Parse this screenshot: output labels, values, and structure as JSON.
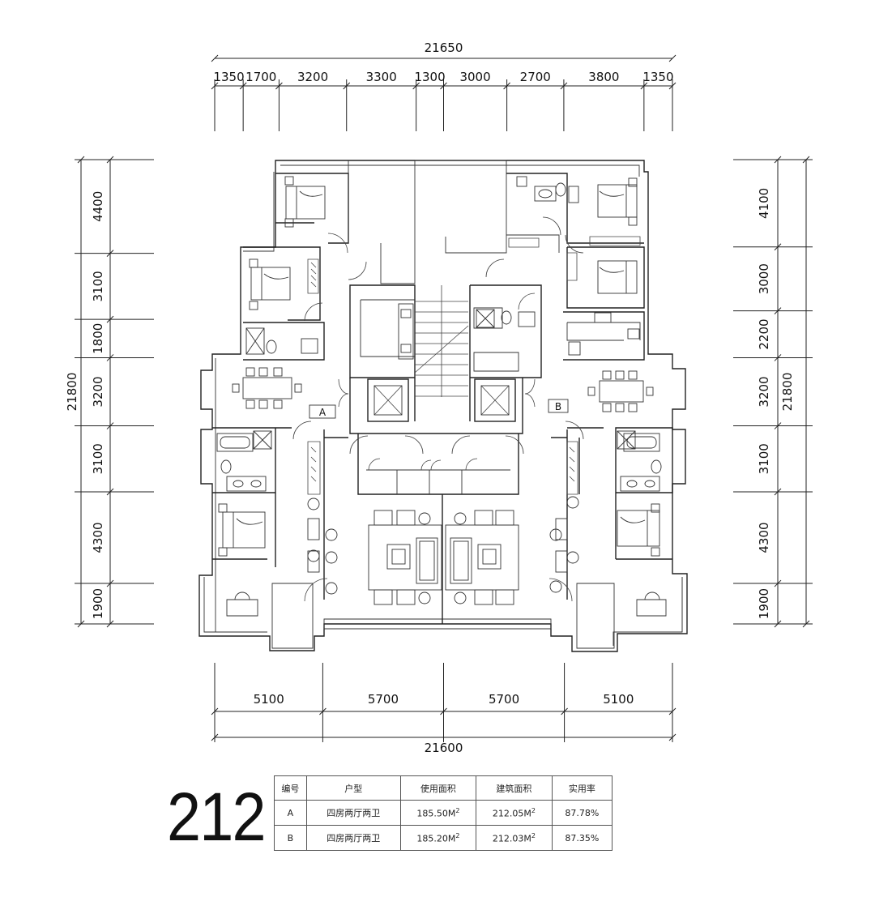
{
  "plan_number": "212",
  "dimensions": {
    "top_total": "21650",
    "top_segments": [
      "1350",
      "1700",
      "3200",
      "3300",
      "1300",
      "3000",
      "2700",
      "3800",
      "1350"
    ],
    "bottom_total": "21600",
    "bottom_segments": [
      "5100",
      "5700",
      "5700",
      "5100"
    ],
    "left_total": "21800",
    "left_segments": [
      "4400",
      "3100",
      "1800",
      "3200",
      "3100",
      "4300",
      "1900"
    ],
    "right_total": "21800",
    "right_segments": [
      "4100",
      "3000",
      "2200",
      "3200",
      "3100",
      "4300",
      "1900"
    ]
  },
  "unit_labels": {
    "a": "A",
    "b": "B"
  },
  "area_table": {
    "headers": [
      "编号",
      "户型",
      "使用面积",
      "建筑面积",
      "实用率"
    ],
    "area_unit_exponent": "2",
    "rows": [
      {
        "id": "A",
        "type": "四房两厅两卫",
        "usable": "185.50M",
        "built": "212.05M",
        "ratio": "87.78%"
      },
      {
        "id": "B",
        "type": "四房两厅两卫",
        "usable": "185.20M",
        "built": "212.03M",
        "ratio": "87.35%"
      }
    ]
  }
}
